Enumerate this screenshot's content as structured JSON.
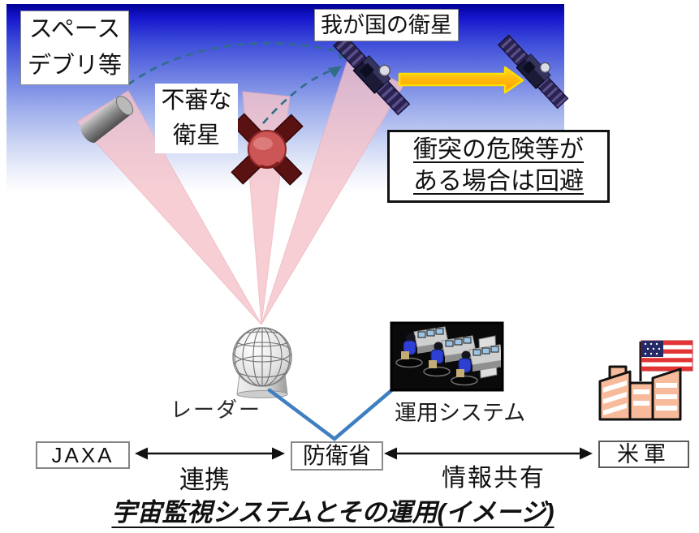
{
  "labels": {
    "space_debris_line1": "スペース",
    "space_debris_line2": "デブリ等",
    "suspicious_line1": "不審な",
    "suspicious_line2": "衛星",
    "our_satellite": "我が国の衛星",
    "collision_line1": "衝突の危険等が",
    "collision_line2": "ある場合は回避",
    "radar": "レーダー",
    "operation_system": "運用システム",
    "cooperation": "連携",
    "info_sharing": "情報共有"
  },
  "entities": {
    "jaxa": "JAXA",
    "defense_ministry": "防衛省",
    "us_military": "米軍"
  },
  "caption": "宇宙監視システムとその運用(イメージ)",
  "colors": {
    "sky_top": "#000096",
    "sky_bottom": "#ffffff",
    "radar_beam_pink": "#f5c3ca",
    "trajectory_dash_teal": "#2f6d88",
    "network_link_blue": "#3f7fc1",
    "move_arrow_yellow": "#ffcc00",
    "move_arrow_orange": "#ff9900",
    "suspicious_satellite_red": "#cc5555",
    "building_peach": "#f7bb9b",
    "flag_red": "#e23434",
    "flag_navy": "#252a66"
  },
  "illustrations": [
    "space-debris-cylinder",
    "suspicious-satellite",
    "our-satellite-left",
    "our-satellite-right",
    "radar-dome",
    "operations-console",
    "us-buildings-and-flag"
  ]
}
